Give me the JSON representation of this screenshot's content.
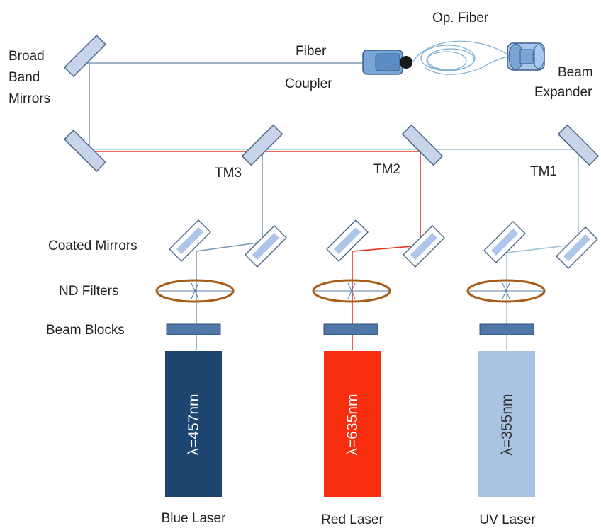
{
  "labels": {
    "broad_band_mirrors": [
      "Broad",
      "Band",
      "Mirrors"
    ],
    "fiber_coupler": [
      "Fiber",
      "Coupler"
    ],
    "op_fiber": "Op. Fiber",
    "beam_expander": [
      "Beam",
      "Expander"
    ],
    "tm3": "TM3",
    "tm2": "TM2",
    "tm1": "TM1",
    "coated_mirrors": "Coated Mirrors",
    "nd_filters": "ND Filters",
    "beam_blocks": "Beam Blocks"
  },
  "lasers": [
    {
      "id": "blue",
      "wavelength": "λ=457nm",
      "name": "Blue Laser",
      "color": "#1d4570",
      "beam_color": "#5d7fa6"
    },
    {
      "id": "red",
      "wavelength": "λ=635nm",
      "name": "Red Laser",
      "color": "#f72d0f",
      "beam_color": "#e53320"
    },
    {
      "id": "uv",
      "wavelength": "λ=355nm",
      "name": "UV Laser",
      "color": "#a9c3e2",
      "beam_color": "#9cc7d8"
    }
  ],
  "colors": {
    "mirror_fill": "#c7d4ea",
    "mirror_stroke": "#4c6788",
    "filter_ring": "#a85c1a",
    "beam_block": "#4f77a8",
    "fiber": "#7fb0cf",
    "coupler": "#5a8fc4"
  }
}
